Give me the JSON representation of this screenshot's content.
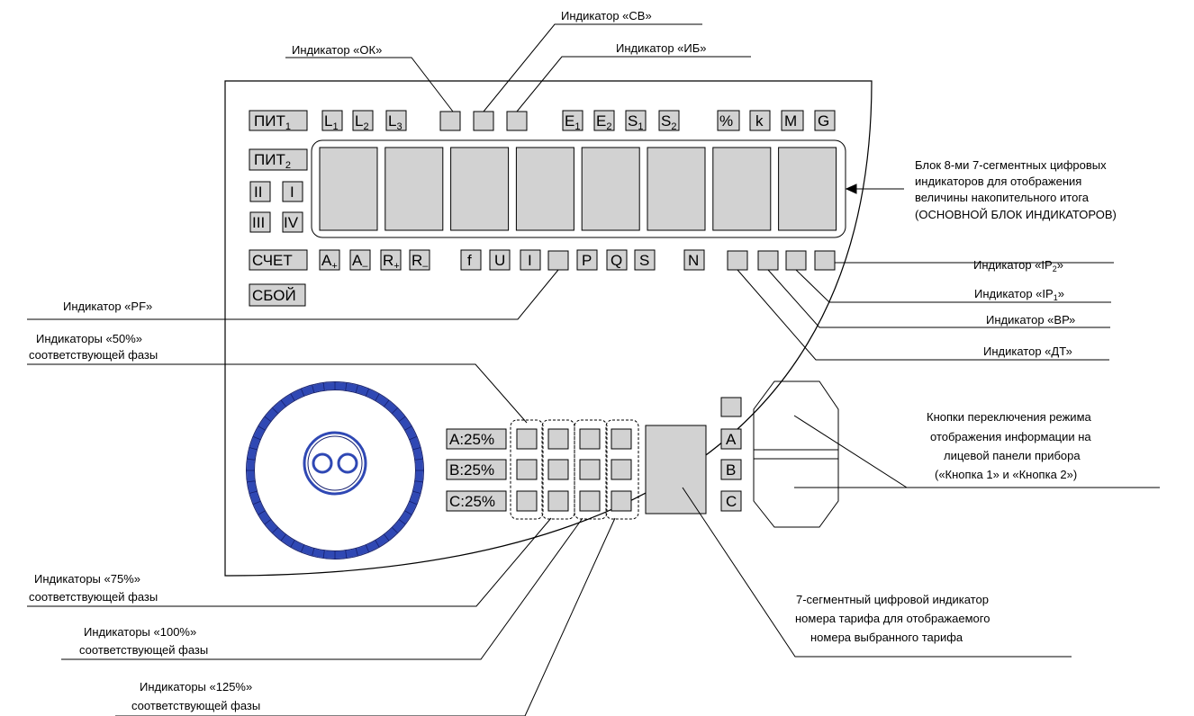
{
  "colors": {
    "box_fill": "#d2d2d2",
    "line": "#000000",
    "dial": "#2f48b4",
    "dial_dark": "#16206e"
  },
  "panel": {
    "top_row": [
      {
        "id": "pit1",
        "main": "ПИТ",
        "sub": "1"
      },
      {
        "id": "l1",
        "main": "L",
        "sub": "1"
      },
      {
        "id": "l2",
        "main": "L",
        "sub": "2"
      },
      {
        "id": "l3",
        "main": "L",
        "sub": "3"
      },
      {
        "id": "ok",
        "main": "",
        "sub": ""
      },
      {
        "id": "sv",
        "main": "",
        "sub": ""
      },
      {
        "id": "ib",
        "main": "",
        "sub": ""
      },
      {
        "id": "e1",
        "main": "E",
        "sub": "1"
      },
      {
        "id": "e2",
        "main": "E",
        "sub": "2"
      },
      {
        "id": "s1",
        "main": "S",
        "sub": "1"
      },
      {
        "id": "s2",
        "main": "S",
        "sub": "2"
      },
      {
        "id": "pct",
        "main": "%",
        "sub": ""
      },
      {
        "id": "k",
        "main": "k",
        "sub": ""
      },
      {
        "id": "mm",
        "main": "M",
        "sub": ""
      },
      {
        "id": "gg",
        "main": "G",
        "sub": ""
      }
    ],
    "left_column": [
      {
        "id": "pit2",
        "main": "ПИТ",
        "sub": "2"
      },
      {
        "id": "ph2",
        "main": "II",
        "sub": ""
      },
      {
        "id": "ph1",
        "main": "I",
        "sub": ""
      },
      {
        "id": "ph3",
        "main": "III",
        "sub": ""
      },
      {
        "id": "ph4",
        "main": "IV",
        "sub": ""
      }
    ],
    "bottom_row": [
      {
        "id": "schet",
        "main": "СЧЕТ",
        "sub": ""
      },
      {
        "id": "ap",
        "main": "A",
        "sub": "+"
      },
      {
        "id": "am",
        "main": "A",
        "sub": "–"
      },
      {
        "id": "rp",
        "main": "R",
        "sub": "+"
      },
      {
        "id": "rm",
        "main": "R",
        "sub": "–"
      },
      {
        "id": "f",
        "main": "f",
        "sub": ""
      },
      {
        "id": "u",
        "main": "U",
        "sub": ""
      },
      {
        "id": "i",
        "main": "I",
        "sub": ""
      },
      {
        "id": "pf",
        "main": "",
        "sub": ""
      },
      {
        "id": "p",
        "main": "P",
        "sub": ""
      },
      {
        "id": "q",
        "main": "Q",
        "sub": ""
      },
      {
        "id": "s",
        "main": "S",
        "sub": ""
      },
      {
        "id": "n",
        "main": "N",
        "sub": ""
      },
      {
        "id": "dt",
        "main": "",
        "sub": ""
      },
      {
        "id": "vr",
        "main": "",
        "sub": ""
      },
      {
        "id": "ip1",
        "main": "",
        "sub": ""
      },
      {
        "id": "ip2",
        "main": "",
        "sub": ""
      },
      {
        "id": "sboy",
        "main": "СБОЙ",
        "sub": ""
      }
    ],
    "phase_labels": [
      "A:25%",
      "B:25%",
      "C:25%"
    ],
    "abc_labels": [
      "A",
      "B",
      "C"
    ],
    "seven_segment_digits": 8
  },
  "annotations": {
    "ok": "Индикатор «ОК»",
    "sv": "Индикатор «СВ»",
    "ib": "Индикатор «ИБ»",
    "main_block": [
      "Блок 8-ми 7-сегментных цифровых",
      "индикаторов для отображения",
      "величины накопительного итога",
      "(ОСНОВНОЙ БЛОК ИНДИКАТОРОВ)"
    ],
    "ip2": {
      "main": "Индикатор «IP",
      "sub": "2",
      "end": "»"
    },
    "ip1": {
      "main": "Индикатор «IP",
      "sub": "1",
      "end": "»"
    },
    "vr": "Индикатор «ВР»",
    "dt": "Индикатор «ДТ»",
    "pf": "Индикатор «PF»",
    "ind50": [
      "Индикаторы «50%»",
      "соответствующей фазы"
    ],
    "buttons": [
      "Кнопки переключения режима",
      "отображения информации на",
      "лицевой панели прибора",
      "(«Кнопка 1» и «Кнопка 2»)"
    ],
    "ind75": [
      "Индикаторы «75%»",
      "соответствующей фазы"
    ],
    "ind100": [
      "Индикаторы «100%»",
      "соответствующей фазы"
    ],
    "ind125": [
      "Индикаторы «125%»",
      "соответствующей фазы"
    ],
    "tariff": [
      "7-сегментный цифровой индикатор",
      "номера тарифа для отображаемого",
      "номера выбранного тарифа"
    ]
  }
}
